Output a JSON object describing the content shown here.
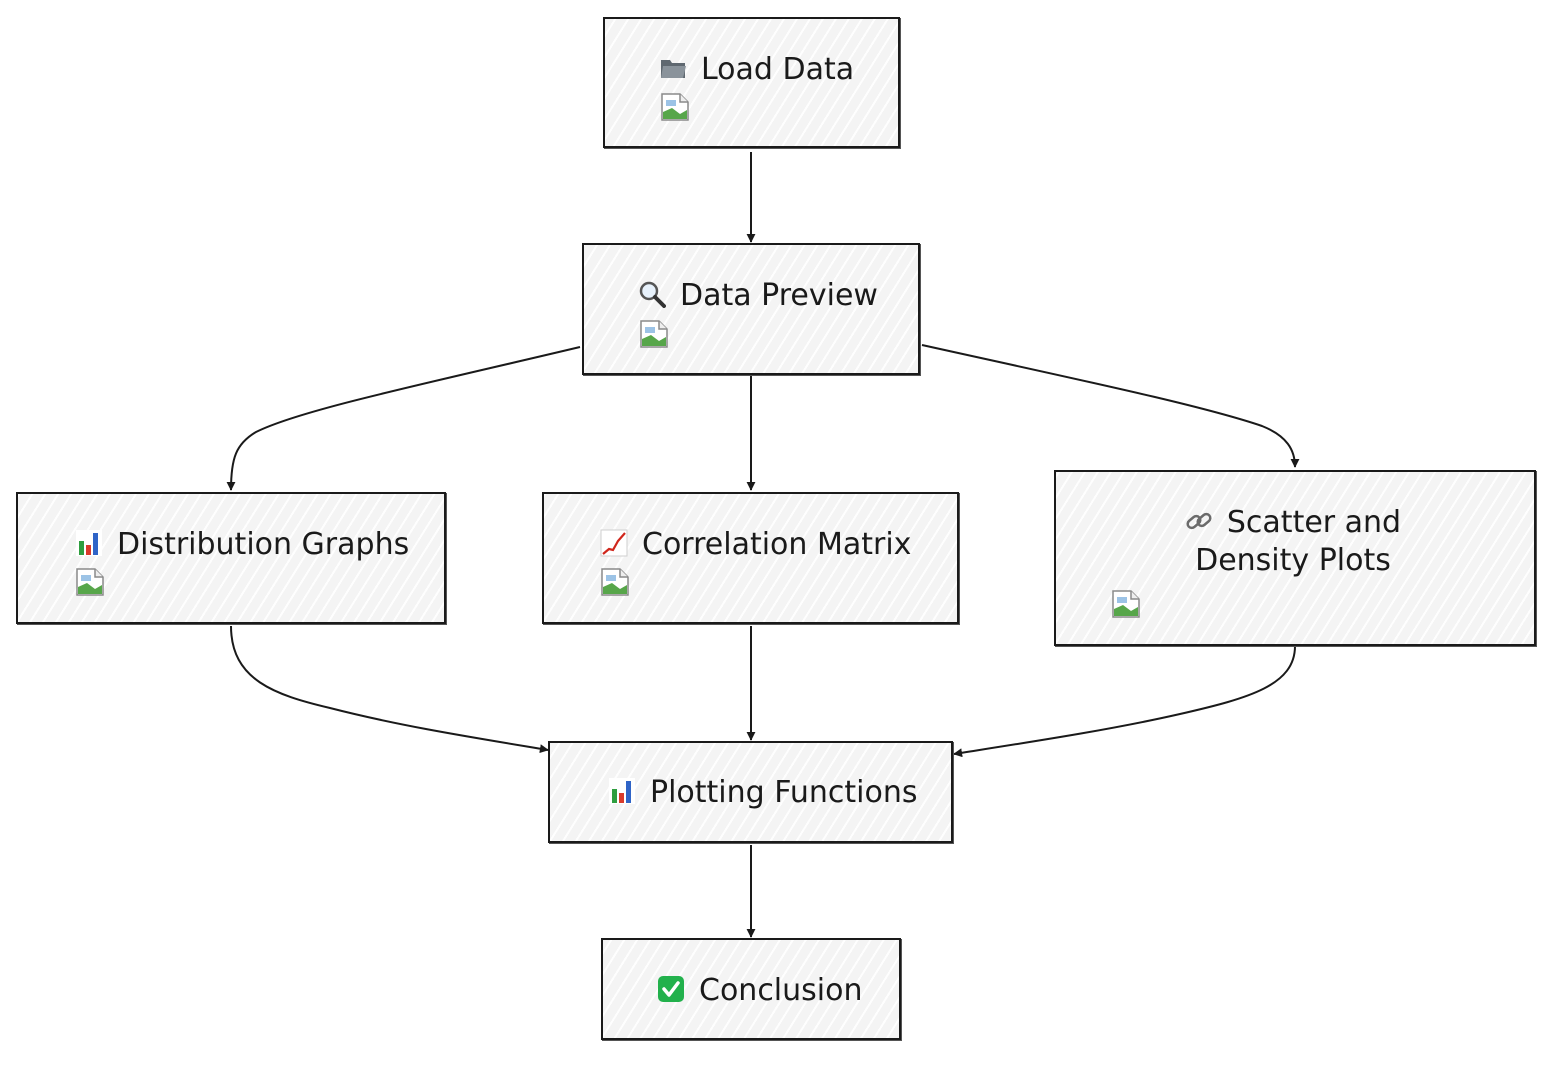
{
  "nodes": {
    "load": {
      "label": "Load Data",
      "icon": "folder-icon"
    },
    "preview": {
      "label": "Data Preview",
      "icon": "magnifier-icon"
    },
    "dist": {
      "label": "Distribution Graphs",
      "icon": "bar-chart-icon"
    },
    "corr": {
      "label": "Correlation Matrix",
      "icon": "line-chart-icon"
    },
    "scatter": {
      "label": "Scatter and Density Plots",
      "icon": "link-icon"
    },
    "plotting": {
      "label": "Plotting Functions",
      "icon": "bar-chart-icon"
    },
    "conclusion": {
      "label": "Conclusion",
      "icon": "check-box-icon"
    }
  },
  "edges": [
    {
      "from": "load",
      "to": "preview"
    },
    {
      "from": "preview",
      "to": "dist"
    },
    {
      "from": "preview",
      "to": "corr"
    },
    {
      "from": "preview",
      "to": "scatter"
    },
    {
      "from": "dist",
      "to": "plotting"
    },
    {
      "from": "corr",
      "to": "plotting"
    },
    {
      "from": "scatter",
      "to": "plotting"
    },
    {
      "from": "plotting",
      "to": "conclusion"
    }
  ]
}
